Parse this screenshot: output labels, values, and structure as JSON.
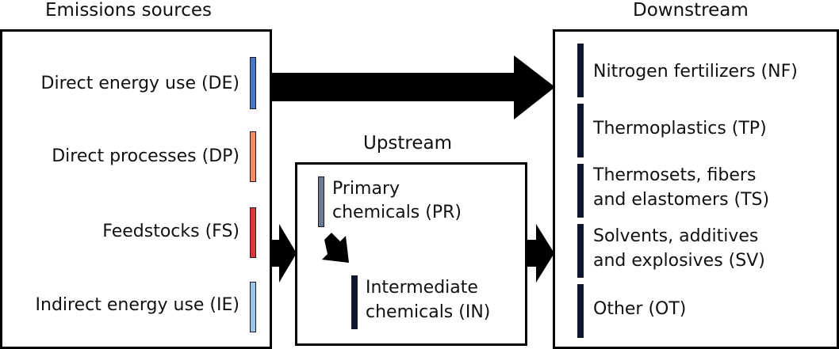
{
  "sources": {
    "title": "Emissions sources",
    "items": [
      {
        "label": "Direct energy use (DE)",
        "color": "#4a78c0"
      },
      {
        "label": "Direct processes (DP)",
        "color": "#f28c64"
      },
      {
        "label": "Feedstocks (FS)",
        "color": "#d83a3a"
      },
      {
        "label": "Indirect energy use (IE)",
        "color": "#9cc6e6"
      }
    ]
  },
  "upstream": {
    "title": "Upstream",
    "primary": {
      "line1": "Primary",
      "line2": "chemicals (PR)",
      "color": "#6b7a8f"
    },
    "intermediate": {
      "line1": "Intermediate",
      "line2": "chemicals (IN)",
      "color": "#0d1530"
    }
  },
  "downstream": {
    "title": "Downstream",
    "items": [
      {
        "line1": "Nitrogen fertilizers (NF)",
        "line2": "",
        "color": "#0d1530"
      },
      {
        "line1": "Thermoplastics (TP)",
        "line2": "",
        "color": "#0d1530"
      },
      {
        "line1": "Thermosets, fibers",
        "line2": "and elastomers (TS)",
        "color": "#0d1530"
      },
      {
        "line1": "Solvents, additives",
        "line2": "and explosives (SV)",
        "color": "#0d1530"
      },
      {
        "line1": "Other (OT)",
        "line2": "",
        "color": "#0d1530"
      }
    ]
  }
}
